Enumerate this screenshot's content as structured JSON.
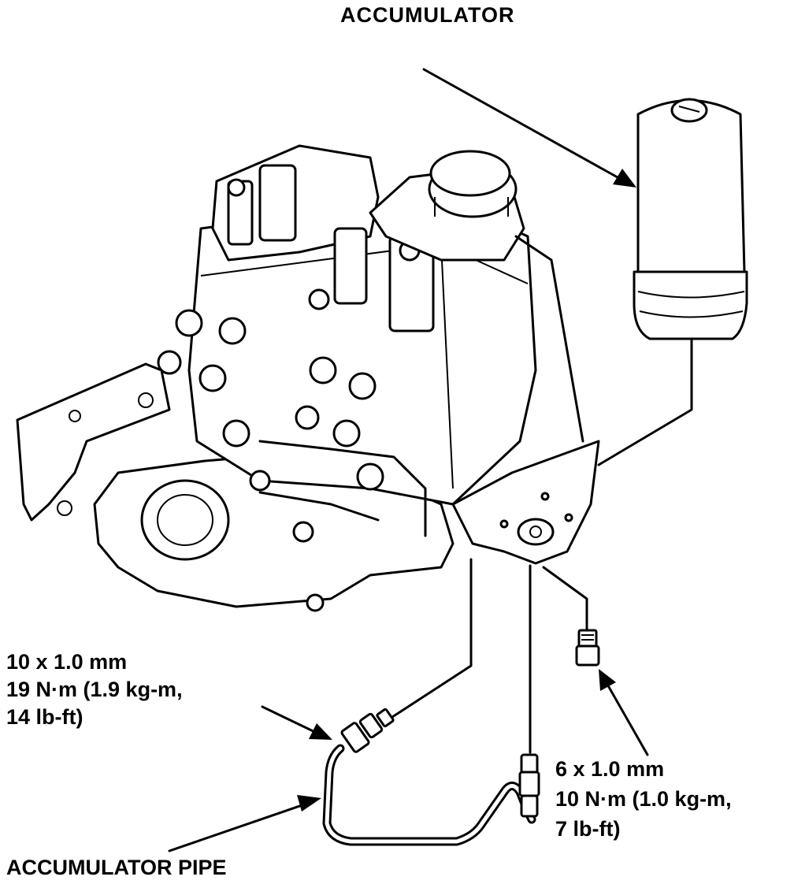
{
  "labels": {
    "accumulator": "ACCUMULATOR",
    "accumulator_pipe": "ACCUMULATOR PIPE",
    "pipe_fitting_spec": "10 x 1.0 mm\n19 N·m (1.9 kg-m,\n14 lb-ft)",
    "bolt_spec": "6 x 1.0 mm\n10 N·m (1.0 kg-m,\n7 lb-ft)"
  }
}
